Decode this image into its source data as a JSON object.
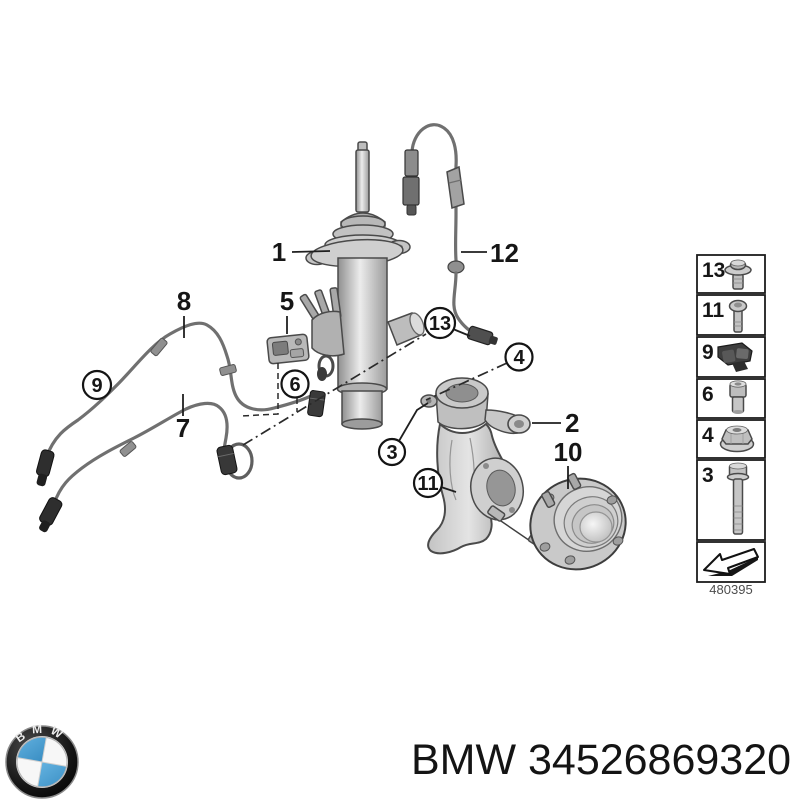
{
  "diagram": {
    "callouts": {
      "n1": "1",
      "n2": "2",
      "n3": "3",
      "n4": "4",
      "n5": "5",
      "n6": "6",
      "n7": "7",
      "n8": "8",
      "n9": "9",
      "n10": "10",
      "n11": "11",
      "n12": "12",
      "n13": "13"
    }
  },
  "legend": {
    "items": [
      {
        "label": "13",
        "icon": "hex-flange-bolt-icon"
      },
      {
        "label": "11",
        "icon": "round-head-screw-icon"
      },
      {
        "label": "9",
        "icon": "cable-holder-clip-icon"
      },
      {
        "label": "6",
        "icon": "socket-head-bolt-icon"
      },
      {
        "label": "4",
        "icon": "flange-nut-icon"
      },
      {
        "label": "3",
        "icon": "long-hex-bolt-icon"
      }
    ],
    "arrow_icon": "direction-arrow-icon",
    "drawing_code": "480395"
  },
  "footer": {
    "logo_letters": "BMW",
    "part_text": "BMW 34526869320"
  },
  "colors": {
    "background": "#ffffff",
    "line_color": "#1f1f1f",
    "part_gray_light": "#e8e8e8",
    "part_gray": "#c6c6c6",
    "part_gray_dark": "#707070",
    "connector_dark": "#2e2e2e",
    "bmw_blue": "#4aa1d8"
  }
}
